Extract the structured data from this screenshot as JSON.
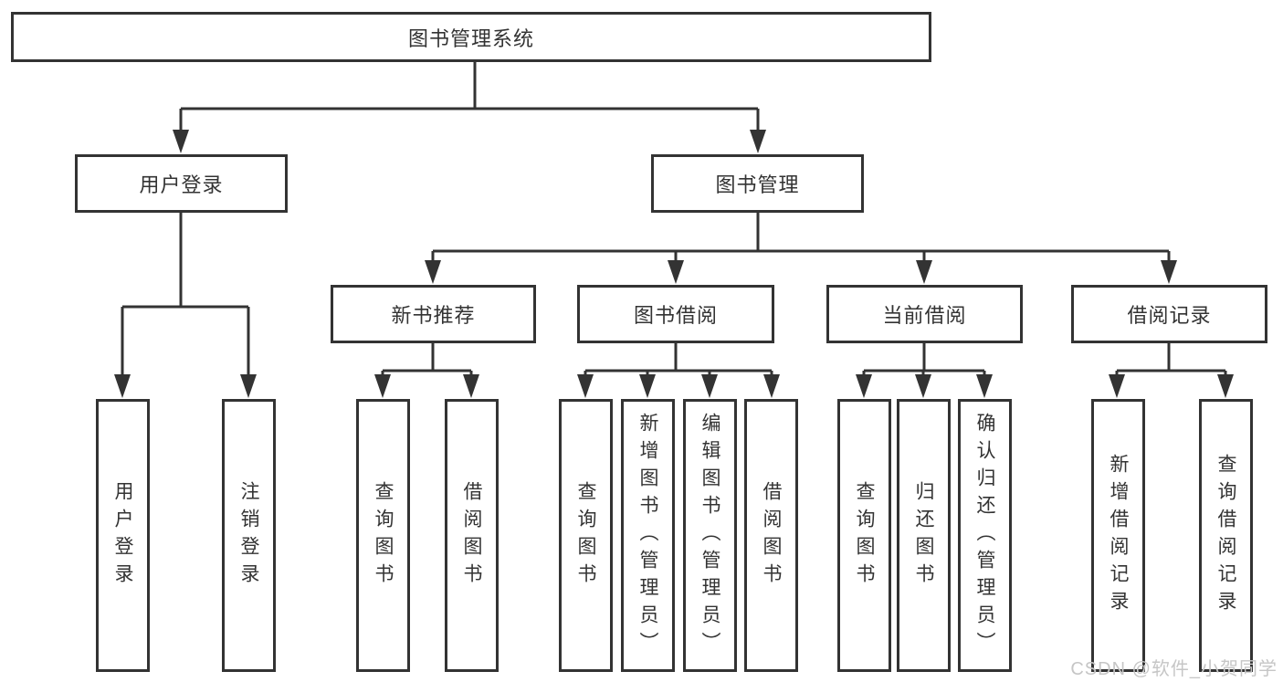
{
  "diagram": {
    "root_label": "图书管理系统",
    "level2": [
      {
        "label": "用户登录"
      },
      {
        "label": "图书管理"
      }
    ],
    "login_children": [
      {
        "label": "用户登录"
      },
      {
        "label": "注销登录"
      }
    ],
    "modules": [
      {
        "label": "新书推荐",
        "children": [
          {
            "label": "查询图书"
          },
          {
            "label": "借阅图书"
          }
        ]
      },
      {
        "label": "图书借阅",
        "children": [
          {
            "label": "查询图书"
          },
          {
            "label": "新增图书（管理员）"
          },
          {
            "label": "编辑图书（管理员）"
          },
          {
            "label": "借阅图书"
          }
        ]
      },
      {
        "label": "当前借阅",
        "children": [
          {
            "label": "查询图书"
          },
          {
            "label": "归还图书"
          },
          {
            "label": "确认归还（管理员）"
          }
        ]
      },
      {
        "label": "借阅记录",
        "children": [
          {
            "label": "新增借阅记录"
          },
          {
            "label": "查询借阅记录"
          }
        ]
      }
    ],
    "watermark": "CSDN @软件_小贺同学",
    "colors": {
      "line": "#333333",
      "box_border": "#333333",
      "text": "#333333",
      "background": "#ffffff",
      "watermark": "#c6c6c6"
    }
  }
}
